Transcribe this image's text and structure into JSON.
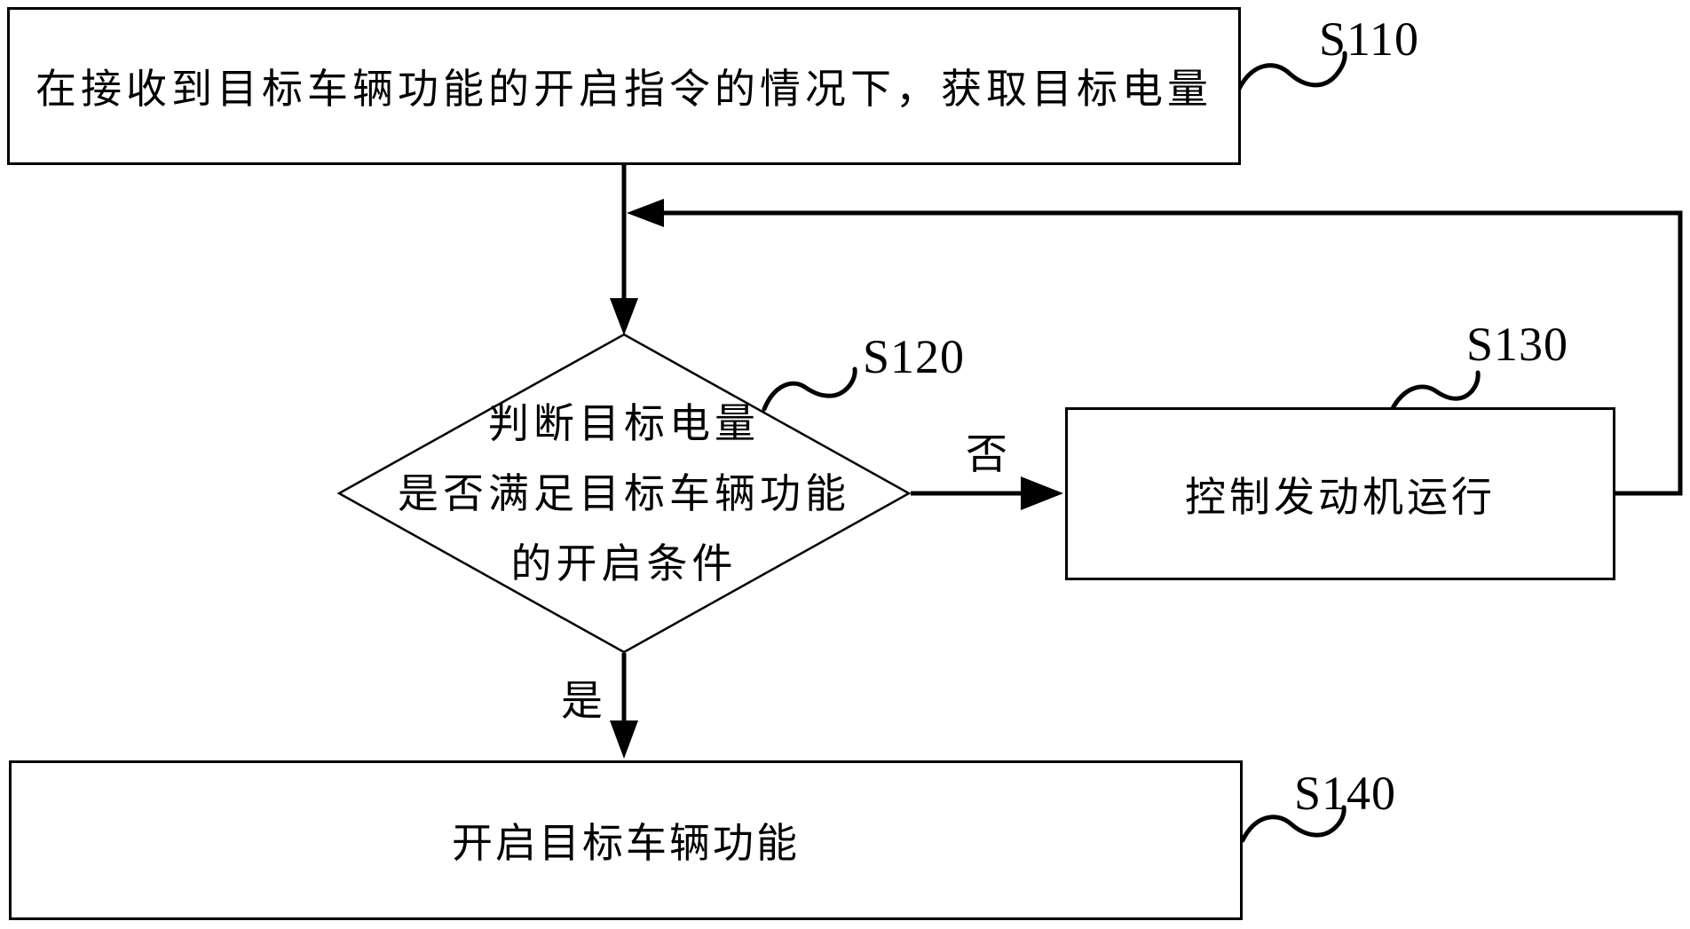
{
  "page": {
    "background_color": "#ffffff",
    "ink_color": "#000000"
  },
  "flowchart": {
    "steps": [
      {
        "tag": "S110",
        "type": "process",
        "label": "在接收到目标车辆功能的开启指令的情况下，获取目标电量"
      },
      {
        "tag": "S120",
        "type": "decision",
        "label_lines": [
          "判断目标电量",
          "是否满足目标车辆功能",
          "的开启条件"
        ]
      },
      {
        "tag": "S130",
        "type": "process",
        "label": "控制发动机运行"
      },
      {
        "tag": "S140",
        "type": "process",
        "label": "开启目标车辆功能"
      }
    ],
    "branch_labels": {
      "no": "否",
      "yes": "是"
    }
  }
}
